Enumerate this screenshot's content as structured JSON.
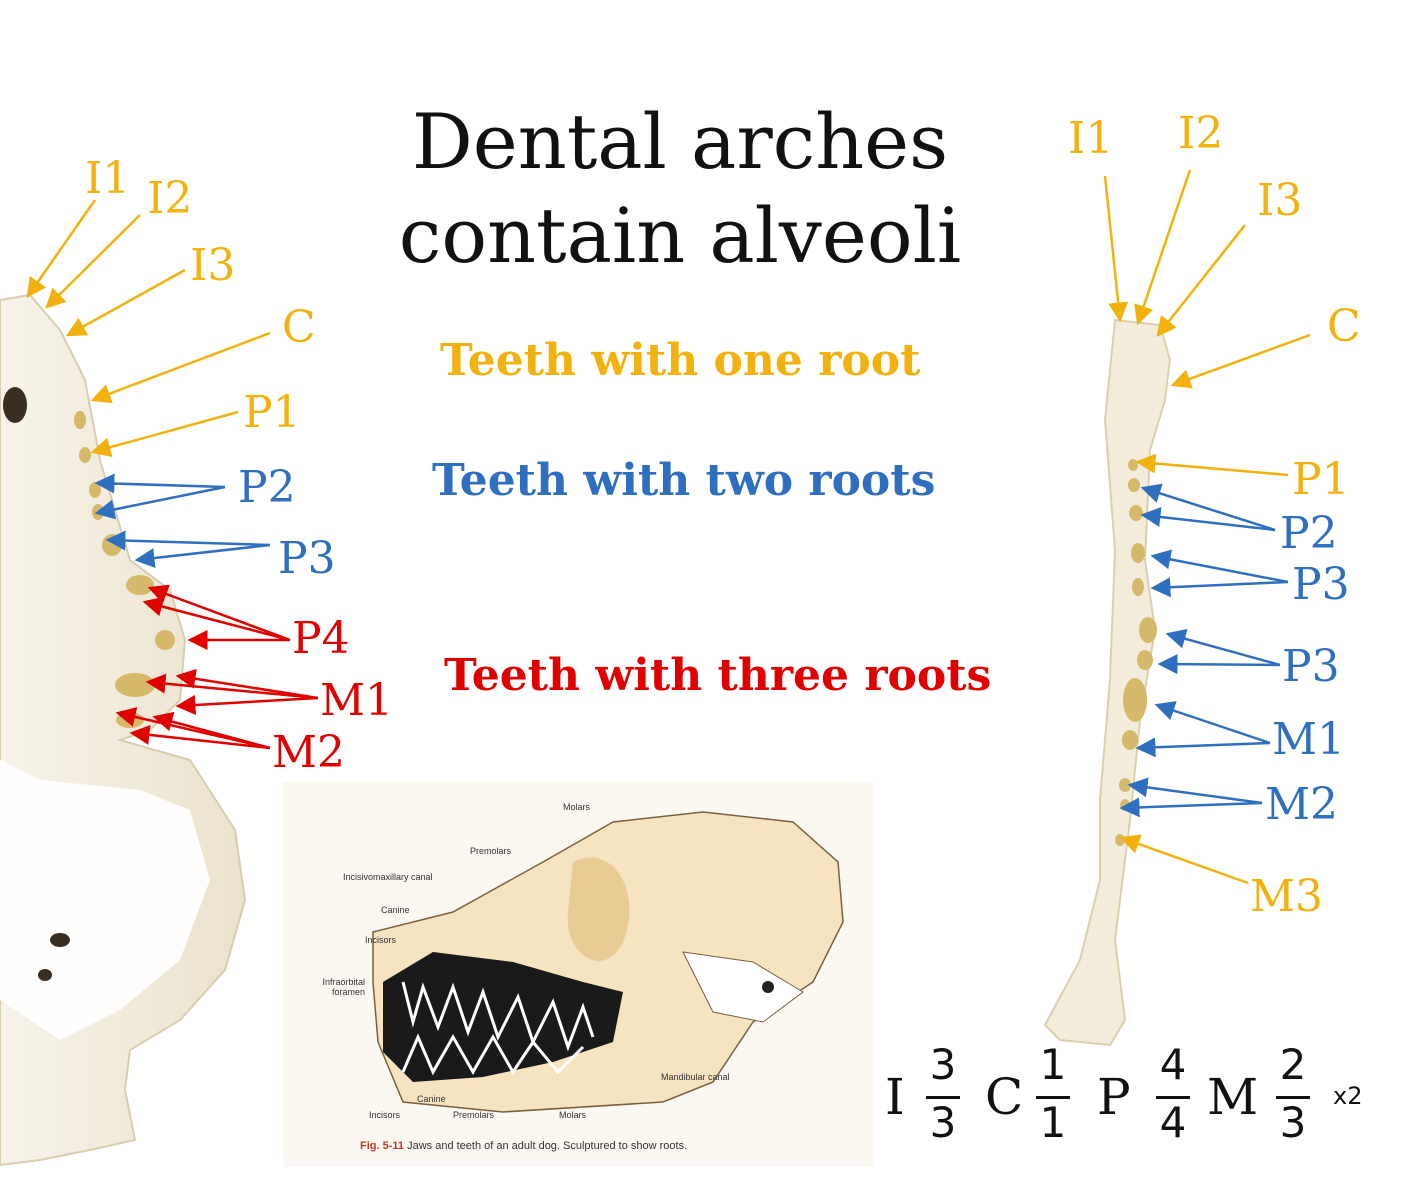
{
  "title": {
    "line1": "Dental arches",
    "line2": "contain alveoli"
  },
  "legend": {
    "one_root": "Teeth with one root",
    "two_roots": "Teeth with two roots",
    "three_roots": "Teeth with three roots"
  },
  "colors": {
    "one_root": "#f2b10d",
    "two_roots": "#2f6fbf",
    "three_roots": "#e00000",
    "bone": "#f4efe3"
  },
  "left_labels": [
    "I1",
    "I2",
    "I3",
    "C",
    "P1",
    "P2",
    "P3",
    "P4",
    "M1",
    "M2"
  ],
  "right_labels": [
    "I1",
    "I2",
    "I3",
    "C",
    "P1",
    "P2",
    "P3",
    "P3",
    "M1",
    "M2",
    "M3"
  ],
  "figure": {
    "labels": [
      "Molars",
      "Premolars",
      "Incisivomaxillary canal",
      "Canine",
      "Incisors",
      "Infraorbital foramen",
      "Mandibular canal",
      "Canine",
      "Incisors",
      "Premolars",
      "Molars"
    ],
    "caption_num": "Fig. 5-11",
    "caption_text": "Jaws and teeth of an adult dog. Sculptured to show roots."
  },
  "formula": {
    "I": "I",
    "I_upper": "3",
    "I_lower": "3",
    "C": "C",
    "C_upper": "1",
    "C_lower": "1",
    "P": "P",
    "P_upper": "4",
    "P_lower": "4",
    "M": "M",
    "M_upper": "2",
    "M_lower": "3",
    "multiplier": "x2"
  }
}
